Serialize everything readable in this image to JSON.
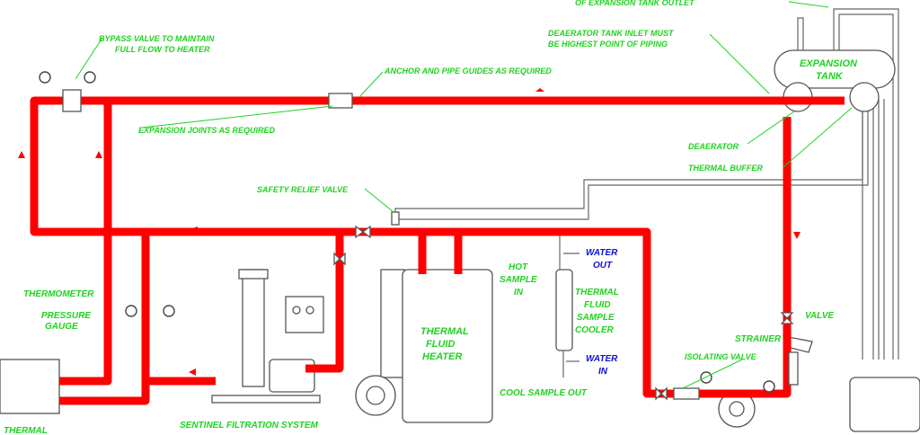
{
  "labels": {
    "expansion_tank_outlet": "OF EXPANSION TANK OUTLET",
    "bypass_valve": [
      "BYPASS VALVE TO MAINTAIN",
      "FULL FLOW TO HEATER"
    ],
    "deaerator_inlet": [
      "DEAERATOR TANK INLET MUST",
      "BE HIGHEST POINT OF PIPING"
    ],
    "anchor_guides": "ANCHOR AND PIPE GUIDES AS REQUIRED",
    "expansion_joints": "EXPANSION JOINTS AS REQUIRED",
    "expansion_tank": [
      "EXPANSION",
      "TANK"
    ],
    "deaerator": "DEAERATOR",
    "thermal_buffer": "THERMAL BUFFER",
    "safety_relief_valve": "SAFETY RELIEF VALVE",
    "thermometer": "THERMOMETER",
    "pressure_gauge": [
      "PRESSURE",
      "GAUGE"
    ],
    "thermal_fluid_heater": [
      "THERMAL",
      "FLUID",
      "HEATER"
    ],
    "hot_sample_in": [
      "HOT",
      "SAMPLE",
      "IN"
    ],
    "water_out": [
      "WATER",
      "OUT"
    ],
    "sample_cooler": [
      "THERMAL",
      "FLUID",
      "SAMPLE",
      "COOLER"
    ],
    "water_in": [
      "WATER",
      "IN"
    ],
    "cool_sample_out": "COOL SAMPLE OUT",
    "valve": "VALVE",
    "strainer": "STRAINER",
    "isolating_valve": "ISOLATING VALVE",
    "sentinel_filtration": "SENTINEL FILTRATION SYSTEM",
    "thermal_user": "THERMAL"
  },
  "colors": {
    "pipe": "#ff0000",
    "label": "#1fd21f",
    "water_label": "#1010d8"
  }
}
